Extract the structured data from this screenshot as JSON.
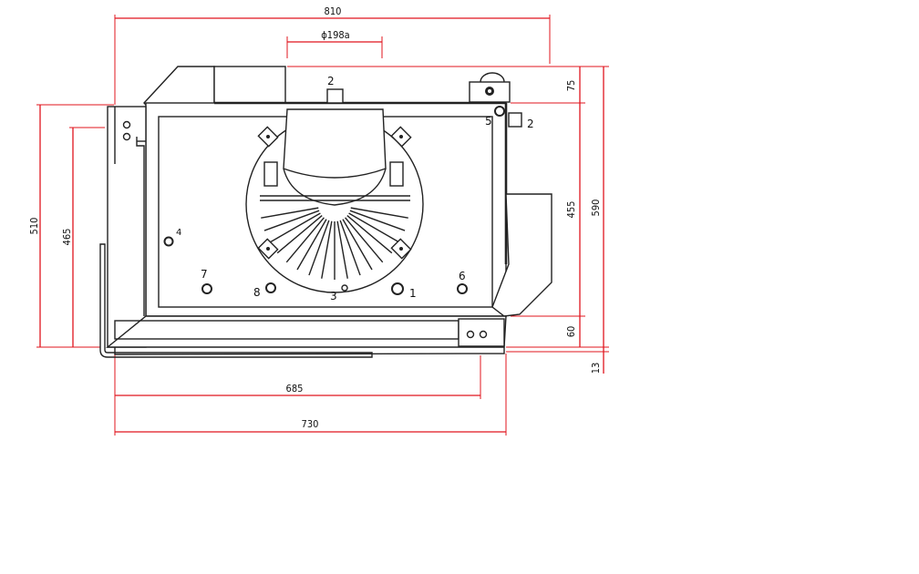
{
  "dimensions": {
    "overall_width": "810",
    "diameter": "ϕ198a",
    "top_height": "75",
    "mid_height": "455",
    "total_height": "590",
    "bottom_height": "60",
    "base_offset": "13",
    "left_outer": "510",
    "left_inner": "465",
    "bottom_inner": "685",
    "bottom_outer": "730"
  },
  "labels": {
    "port_top": "2",
    "port_right": "2",
    "hole_1": "1",
    "hole_3": "3",
    "hole_4": "4",
    "hole_5": "5",
    "hole_6": "6",
    "hole_7": "7",
    "hole_8": "8"
  },
  "colors": {
    "dimension": "#e0141e",
    "drawing": "#222222"
  }
}
